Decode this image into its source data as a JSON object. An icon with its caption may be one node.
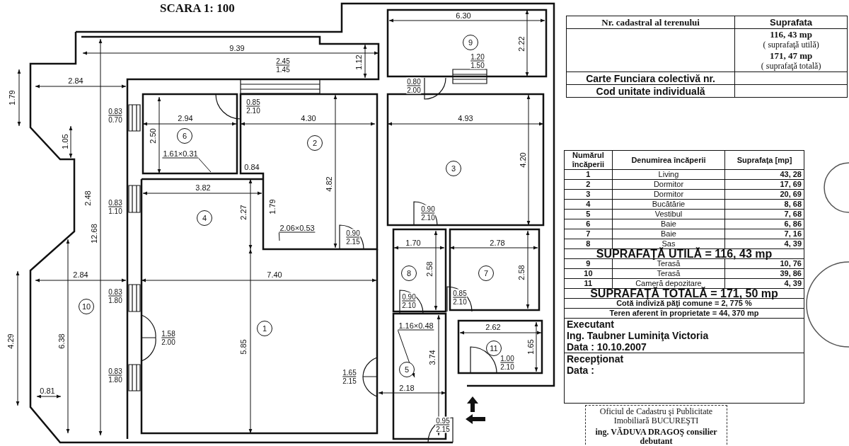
{
  "diagram": {
    "title": "SCARA 1: 100",
    "nodes": [
      {
        "text": [
          "9"
        ]
      },
      {
        "text": [
          "6"
        ]
      },
      {
        "text": [
          "2"
        ]
      },
      {
        "text": [
          "3"
        ]
      },
      {
        "text": [
          "4"
        ]
      },
      {
        "text": [
          "8"
        ]
      },
      {
        "text": [
          "7"
        ]
      },
      {
        "text": [
          "10"
        ]
      },
      {
        "text": [
          "1"
        ]
      },
      {
        "text": [
          "5"
        ]
      },
      {
        "text": [
          "11"
        ]
      },
      {
        "text": [
          "1.61×0.31"
        ]
      },
      {
        "text": [
          "2.06×0.53"
        ]
      },
      {
        "text": [
          "1.16×0.48"
        ]
      },
      {
        "text": [
          "Oficiul de Cadastru şi Publicitate Imobiliară BUCUREŞTI",
          "ing. VĂDUVA DRAGOŞ consilier debutant"
        ]
      }
    ],
    "edges": [
      {
        "from": 11,
        "to": null,
        "arrow": "none"
      },
      {
        "from": 12,
        "to": null,
        "arrow": "none"
      },
      {
        "from": 13,
        "to": 9,
        "arrow": "to"
      }
    ],
    "labels": [
      "6.30",
      "2.22",
      "9.39",
      "2.45 1.45",
      "1.12",
      "1.20 1.50",
      "2.84",
      "1.79",
      "0.80 2.00",
      "0.85 2.10",
      "0.83 0.70",
      "2.94",
      "4.30",
      "4.93",
      "1.05",
      "2.50",
      "4.20",
      "0.84",
      "4.82",
      "2.48",
      "3.82",
      "0.83 1.10",
      "2.27",
      "1.79",
      "0.90 2.10",
      "12.68",
      "0.90 2.15",
      "1.70",
      "2.78",
      "2.58",
      "2.58",
      "2.84",
      "7.40",
      "0.83 1.80",
      "0.90 2.10",
      "0.85 2.10",
      "2.62",
      "4.29",
      "6.38",
      "1.58 2.00",
      "5.85",
      "3.74",
      "1.00 2.10",
      "1.65",
      "0.83 1.80",
      "1.65 2.15",
      "0.81",
      "2.18",
      "0.95 2.15",
      "Nr. cadastral al terenului",
      "Suprafata",
      "116, 43 mp",
      "( suprafaţă utilă)",
      "171, 47 mp",
      "( suprafaţă totală)",
      "Carte Funciara colectivă nr.",
      "Cod unitate individuală",
      "Numărul încăperii",
      "Denumirea încăperii",
      "Suprafaţa [mp]",
      "1",
      "Living",
      "43, 28",
      "2",
      "Dormitor",
      "17, 69",
      "3",
      "Dormitor",
      "20, 69",
      "4",
      "Bucătărie",
      "8, 68",
      "5",
      "Vestibul",
      "7, 68",
      "6",
      "Baie",
      "6, 86",
      "7",
      "Baie",
      "7, 16",
      "8",
      "Sas",
      "4, 39",
      "SUPRAFAŢĂ UTILĂ = 116, 43 mp",
      "9",
      "Terasă",
      "10, 76",
      "10",
      "Terasă",
      "39, 86",
      "11",
      "Cameră depozitare",
      "4, 39",
      "SUPRAFAŢĂ TOTALĂ = 171, 50 mp",
      "Cotă indiviză păţi comune = 2, 775 %",
      "Teren aferent în proprietate = 44, 370 mp",
      "Executant",
      "Ing. Taubner Luminiţa Victoria",
      "Data : 10.10.2007",
      "Recepţionat",
      "Data :"
    ]
  }
}
